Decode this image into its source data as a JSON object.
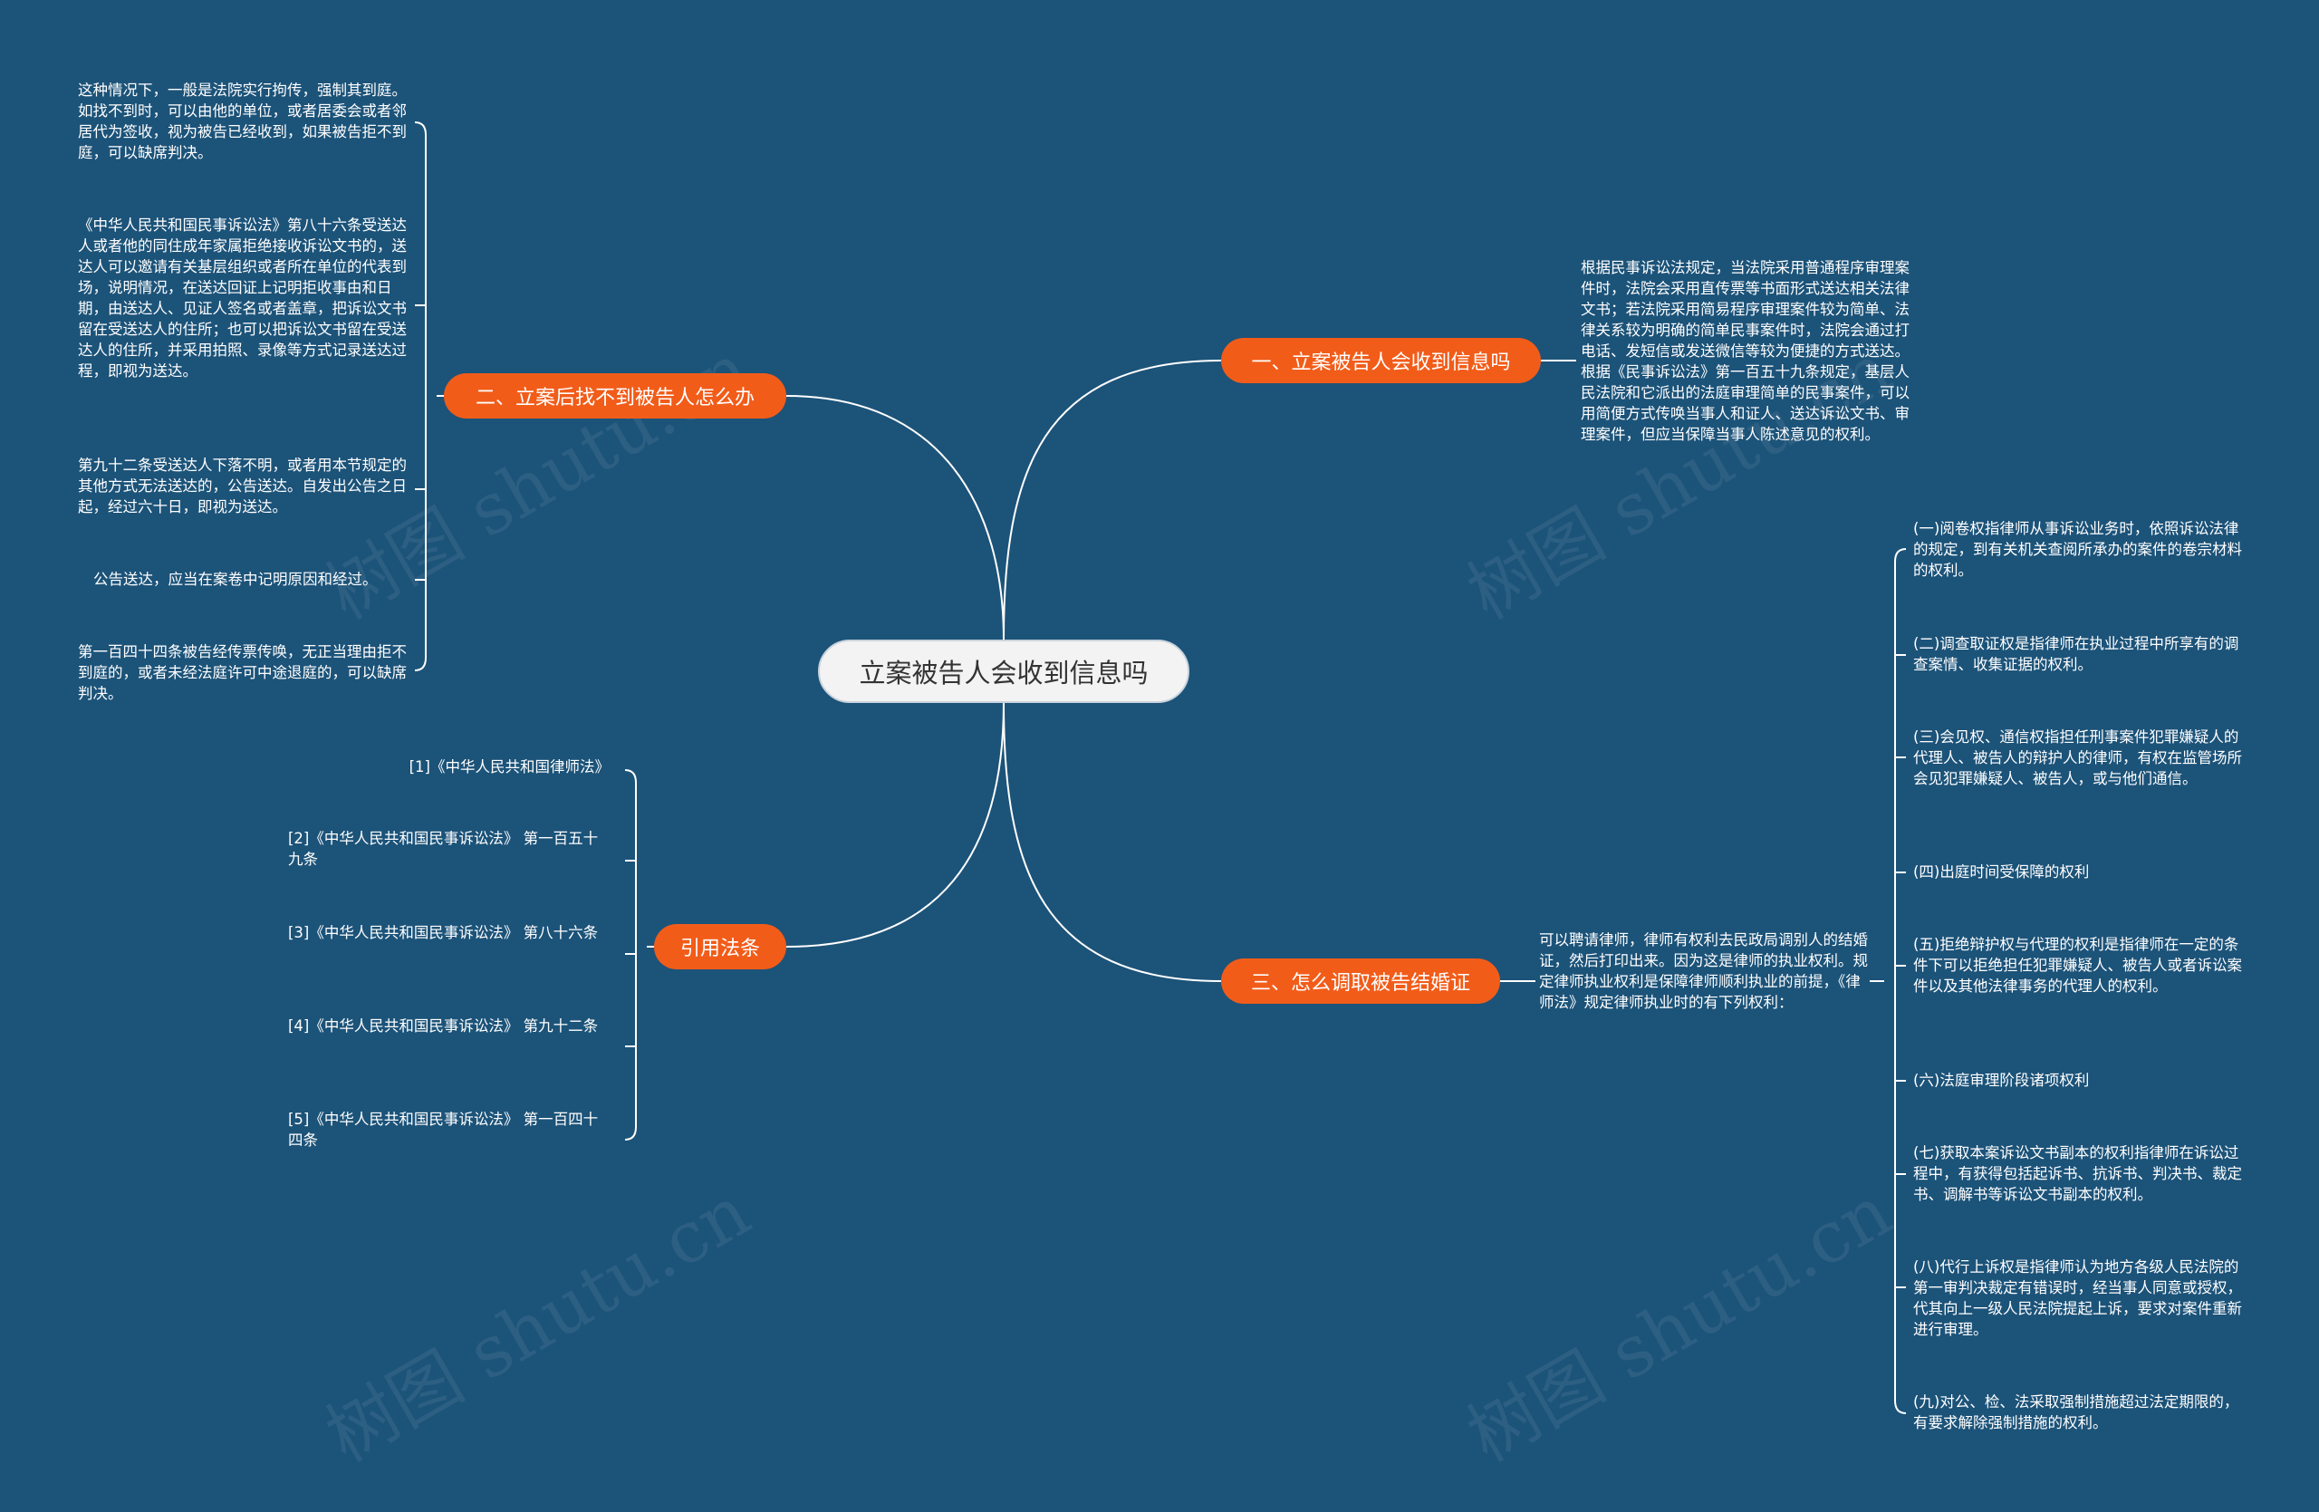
{
  "root": {
    "label": "立案被告人会收到信息吗"
  },
  "branches": {
    "b1": {
      "label": "一、立案被告人会收到信息吗",
      "text": "根据民事诉讼法规定，当法院采用普通程序审理案件时，法院会采用直传票等书面形式送达相关法律文书；若法院采用简易程序审理案件较为简单、法律关系较为明确的简单民事案件时，法院会通过打电话、发短信或发送微信等较为便捷的方式送达。根据《民事诉讼法》第一百五十九条规定，基层人民法院和它派出的法庭审理简单的民事案件，可以用简便方式传唤当事人和证人、送达诉讼文书、审理案件，但应当保障当事人陈述意见的权利。"
    },
    "b2": {
      "label": "二、立案后找不到被告人怎么办",
      "items": [
        "这种情况下，一般是法院实行拘传，强制其到庭。如找不到时，可以由他的单位，或者居委会或者邻居代为签收，视为被告已经收到，如果被告拒不到庭，可以缺席判决。",
        "《中华人民共和国民事诉讼法》第八十六条受送达人或者他的同住成年家属拒绝接收诉讼文书的，送达人可以邀请有关基层组织或者所在单位的代表到场，说明情况，在送达回证上记明拒收事由和日期，由送达人、见证人签名或者盖章，把诉讼文书留在受送达人的住所；也可以把诉讼文书留在受送达人的住所，并采用拍照、录像等方式记录送达过程，即视为送达。",
        "第九十二条受送达人下落不明，或者用本节规定的其他方式无法送达的，公告送达。自发出公告之日起，经过六十日，即视为送达。",
        "公告送达，应当在案卷中记明原因和经过。",
        "第一百四十四条被告经传票传唤，无正当理由拒不到庭的，或者未经法庭许可中途退庭的，可以缺席判决。"
      ]
    },
    "b3": {
      "label": "三、怎么调取被告结婚证",
      "text": "可以聘请律师，律师有权利去民政局调别人的结婚证，然后打印出来。因为这是律师的执业权利。规定律师执业权利是保障律师顺利执业的前提，《律师法》规定律师执业时的有下列权利：",
      "items": [
        "(一)阅卷权指律师从事诉讼业务时，依照诉讼法律的规定，到有关机关查阅所承办的案件的卷宗材料的权利。",
        "(二)调查取证权是指律师在执业过程中所享有的调查案情、收集证据的权利。",
        "(三)会见权、通信权指担任刑事案件犯罪嫌疑人的代理人、被告人的辩护人的律师，有权在监管场所会见犯罪嫌疑人、被告人，或与他们通信。",
        "(四)出庭时间受保障的权利",
        "(五)拒绝辩护权与代理的权利是指律师在一定的条件下可以拒绝担任犯罪嫌疑人、被告人或者诉讼案件以及其他法律事务的代理人的权利。",
        "(六)法庭审理阶段诸项权利",
        "(七)获取本案诉讼文书副本的权利指律师在诉讼过程中，有获得包括起诉书、抗诉书、判决书、裁定书、调解书等诉讼文书副本的权利。",
        "(八)代行上诉权是指律师认为地方各级人民法院的第一审判决裁定有错误时，经当事人同意或授权，代其向上一级人民法院提起上诉，要求对案件重新进行审理。",
        "(九)对公、检、法采取强制措施超过法定期限的，有要求解除强制措施的权利。"
      ]
    },
    "b4": {
      "label": "引用法条",
      "items": [
        "[1]《中华人民共和国律师法》",
        "[2]《中华人民共和国民事诉讼法》 第一百五十九条",
        "[3]《中华人民共和国民事诉讼法》 第八十六条",
        "[4]《中华人民共和国民事诉讼法》 第九十二条",
        "[5]《中华人民共和国民事诉讼法》 第一百四十四条"
      ]
    }
  },
  "colors": {
    "background": "#1c5379",
    "branch": "#f25c19",
    "root_fill": "#f3f3f3",
    "line": "#ffffff"
  },
  "watermark": "树图 shutu.cn"
}
